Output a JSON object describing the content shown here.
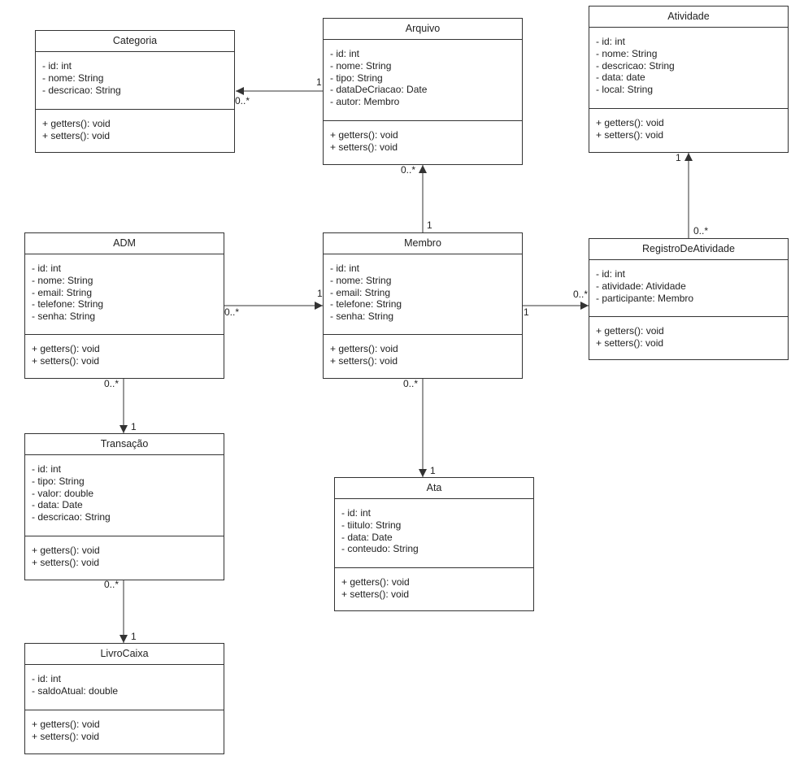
{
  "classes": {
    "categoria": {
      "name": "Categoria",
      "attributes": [
        "- id: int",
        "- nome: String",
        "- descricao: String"
      ],
      "operations": [
        "+ getters(): void",
        "+ setters(): void"
      ]
    },
    "arquivo": {
      "name": "Arquivo",
      "attributes": [
        "- id: int",
        "- nome: String",
        "- tipo: String",
        "- dataDeCriacao: Date",
        "- autor: Membro"
      ],
      "operations": [
        "+ getters(): void",
        "+ setters(): void"
      ]
    },
    "atividade": {
      "name": "Atividade",
      "attributes": [
        "- id: int",
        "- nome: String",
        "- descricao: String",
        "- data: date",
        "- local: String"
      ],
      "operations": [
        "+ getters(): void",
        "+ setters(): void"
      ]
    },
    "adm": {
      "name": "ADM",
      "attributes": [
        "- id: int",
        "- nome: String",
        "- email: String",
        "- telefone: String",
        "- senha: String"
      ],
      "operations": [
        "+ getters(): void",
        "+ setters(): void"
      ]
    },
    "membro": {
      "name": "Membro",
      "attributes": [
        "- id: int",
        "- nome: String",
        "- email: String",
        "- telefone: String",
        "- senha: String"
      ],
      "operations": [
        "+ getters(): void",
        "+ setters(): void"
      ]
    },
    "registro": {
      "name": "RegistroDeAtividade",
      "attributes": [
        "- id: int",
        "- atividade: Atividade",
        "- participante: Membro"
      ],
      "operations": [
        "+ getters(): void",
        "+ setters(): void"
      ]
    },
    "transacao": {
      "name": "Transação",
      "attributes": [
        "- id: int",
        "- tipo: String",
        "- valor: double",
        "- data: Date",
        "- descricao: String"
      ],
      "operations": [
        "+ getters(): void",
        "+ setters(): void"
      ]
    },
    "ata": {
      "name": "Ata",
      "attributes": [
        "- id: int",
        "- tiitulo: String",
        "- data: Date",
        "- conteudo: String"
      ],
      "operations": [
        "+ getters(): void",
        "+ setters(): void"
      ]
    },
    "livrocaixa": {
      "name": "LivroCaixa",
      "attributes": [
        "- id: int",
        "- saldoAtual: double"
      ],
      "operations": [
        "+ getters(): void",
        "+ setters(): void"
      ]
    }
  },
  "associations": [
    {
      "from": "Arquivo",
      "to": "Categoria",
      "from_mult": "1",
      "to_mult": "0..*"
    },
    {
      "from": "Membro",
      "to": "Arquivo",
      "from_mult": "1",
      "to_mult": "0..*"
    },
    {
      "from": "RegistroDeAtividade",
      "to": "Atividade",
      "from_mult": "0..*",
      "to_mult": "1"
    },
    {
      "from": "ADM",
      "to": "Membro",
      "from_mult": "0..*",
      "to_mult": "1"
    },
    {
      "from": "Membro",
      "to": "RegistroDeAtividade",
      "from_mult": "1",
      "to_mult": "0..*"
    },
    {
      "from": "ADM",
      "to": "Transação",
      "from_mult": "0..*",
      "to_mult": "1"
    },
    {
      "from": "Membro",
      "to": "Ata",
      "from_mult": "0..*",
      "to_mult": "1"
    },
    {
      "from": "Transação",
      "to": "LivroCaixa",
      "from_mult": "0..*",
      "to_mult": "1"
    }
  ]
}
